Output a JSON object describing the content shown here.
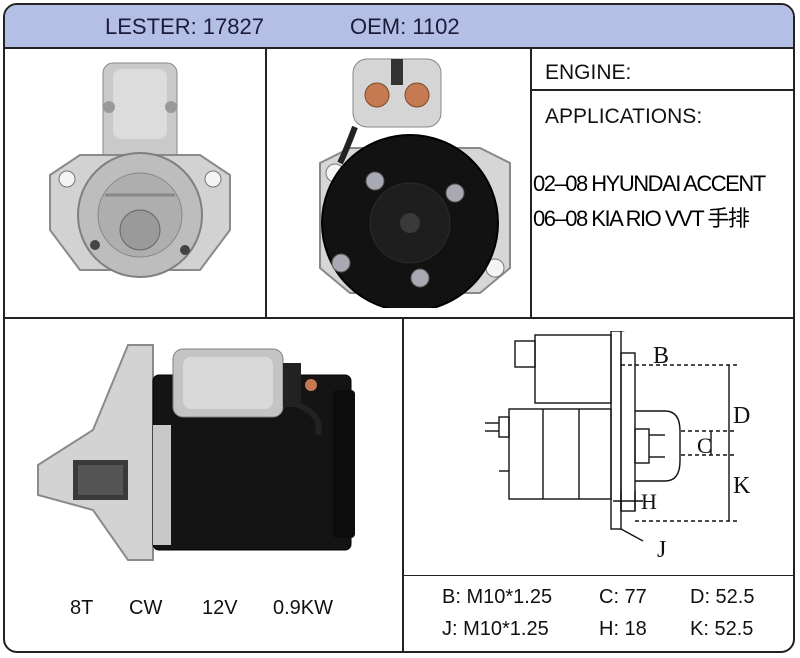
{
  "header": {
    "lester": "LESTER: 17827",
    "oem": "OEM: 1102"
  },
  "info": {
    "engine_label": "ENGINE:",
    "applications_label": "APPLICATIONS:",
    "applications": [
      "02–08 HYUNDAI ACCENT",
      "06–08 KIA RIO  VVT 手排"
    ]
  },
  "specs_main": {
    "teeth": "8T",
    "rotation": "CW",
    "voltage": "12V",
    "power": "0.9KW"
  },
  "dimensions": {
    "b": "B: M10*1.25",
    "c": "C: 77",
    "d": "D: 52.5",
    "j": "J: M10*1.25",
    "h": "H: 18",
    "k": "K: 52.5"
  },
  "diagram_letters": {
    "b": "B",
    "d": "D",
    "c": "C",
    "k": "K",
    "h": "H",
    "j": "J"
  }
}
